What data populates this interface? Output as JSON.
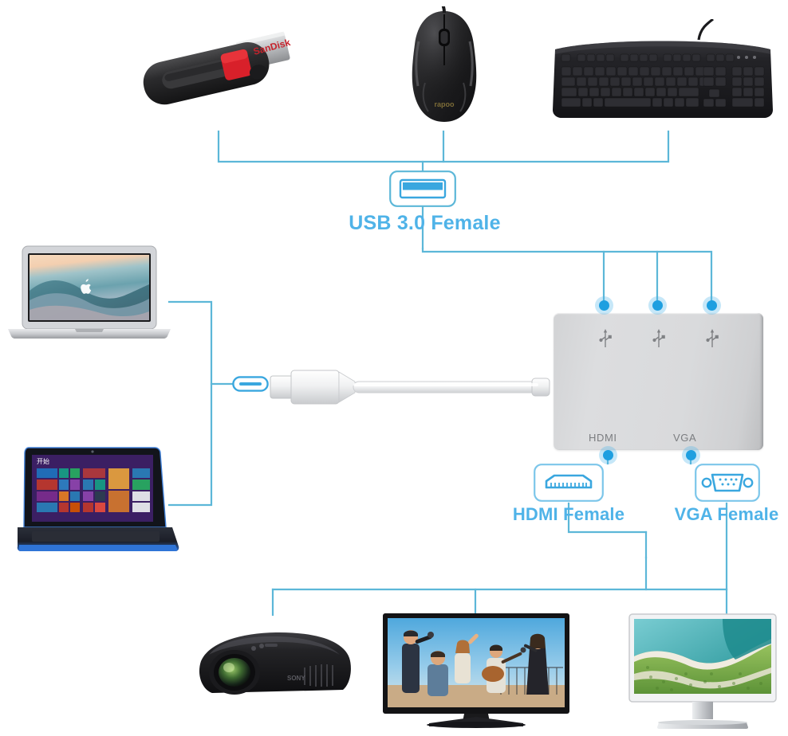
{
  "diagram": {
    "title": "USB-C multiport hub connection diagram",
    "accent_color": "#4fb3e8",
    "line_color": "#5cb7d8",
    "dot_color": "#1e9fe0"
  },
  "ports": {
    "usb": {
      "label": "USB 3.0 Female",
      "icon": "usb-a-female-port-icon",
      "count": 3
    },
    "hdmi": {
      "label": "HDMI Female",
      "icon": "hdmi-female-port-icon",
      "hub_text": "HDMI"
    },
    "vga": {
      "label": "VGA Female",
      "icon": "vga-female-port-icon",
      "hub_text": "VGA"
    },
    "usb_c": {
      "icon": "usb-c-connector-icon"
    }
  },
  "hub": {
    "name": "usb-c-multiport-hub",
    "port_markings": [
      "HDMI",
      "VGA"
    ],
    "usb_port_glyphs": [
      "usb-trident-icon",
      "usb-trident-icon",
      "usb-trident-icon"
    ]
  },
  "peripherals": [
    {
      "name": "usb-flash-drive",
      "alt": "Black SanDisk Cruzer USB flash drive with red slider"
    },
    {
      "name": "computer-mouse",
      "alt": "Black Rapoo wired gaming mouse, top view"
    },
    {
      "name": "computer-keyboard",
      "alt": "Black full-size wired desktop keyboard"
    }
  ],
  "sources": [
    {
      "name": "macbook-laptop",
      "alt": "Silver MacBook Pro showing blue wave wallpaper with Apple logo"
    },
    {
      "name": "windows-laptop",
      "alt": "Windows 8 laptop with purple Start screen tiles and blue trim"
    }
  ],
  "displays": [
    {
      "name": "projector",
      "alt": "Black home theater projector with green-tinted lens"
    },
    {
      "name": "television",
      "alt": "Flat-screen TV showing musicians performing outdoors"
    },
    {
      "name": "monitor",
      "alt": "Silver monitor showing aerial coastline wallpaper"
    }
  ]
}
